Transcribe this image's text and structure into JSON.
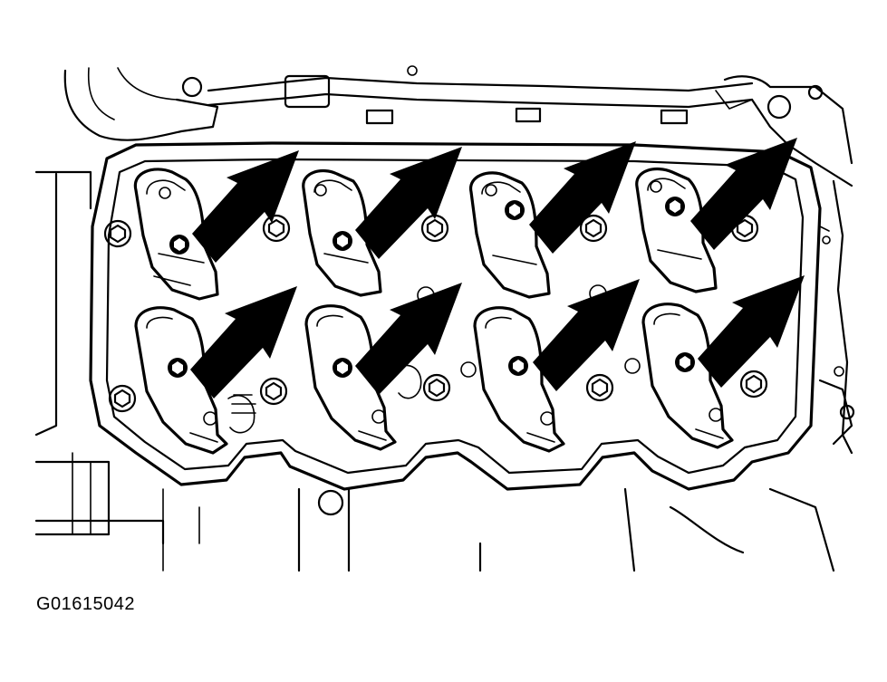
{
  "figure_id": "G01615042",
  "colors": {
    "line": "#000000",
    "background": "#ffffff"
  },
  "diagram": {
    "arrow_count": 8,
    "rocker_arm_rows": 2,
    "rocker_arms_per_row": 4
  }
}
